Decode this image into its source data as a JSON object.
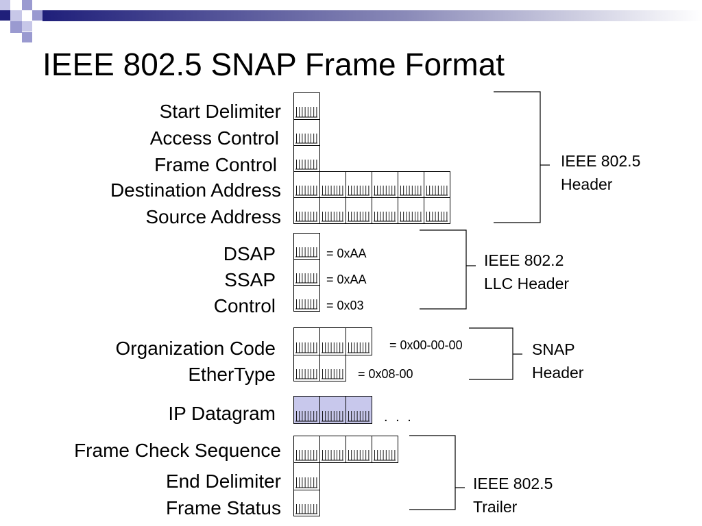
{
  "slide": {
    "title": "IEEE 802.5 SNAP Frame Format",
    "accent_color": "#1f1f7a",
    "highlight_fill": "#c8c8ec"
  },
  "fields": [
    {
      "label": "Start Delimiter",
      "bytes": 1
    },
    {
      "label": "Access Control",
      "bytes": 1
    },
    {
      "label": "Frame Control",
      "bytes": 1
    },
    {
      "label": "Destination Address",
      "bytes": 6
    },
    {
      "label": "Source Address",
      "bytes": 6
    },
    {
      "label": "DSAP",
      "bytes": 1,
      "value": "= 0xAA"
    },
    {
      "label": "SSAP",
      "bytes": 1,
      "value": "= 0xAA"
    },
    {
      "label": "Control",
      "bytes": 1,
      "value": "= 0x03"
    },
    {
      "label": "Organization Code",
      "bytes": 3,
      "value": "= 0x00-00-00"
    },
    {
      "label": "EtherType",
      "bytes": 2,
      "value": "= 0x08-00"
    },
    {
      "label": "IP Datagram",
      "bytes": 3,
      "highlighted": true,
      "continuation": ". . ."
    },
    {
      "label": "Frame Check Sequence",
      "bytes": 4
    },
    {
      "label": "End Delimiter",
      "bytes": 1
    },
    {
      "label": "Frame Status",
      "bytes": 1
    }
  ],
  "groups": [
    {
      "line1": "IEEE 802.5",
      "line2": "Header"
    },
    {
      "line1": "IEEE 802.2",
      "line2": "LLC Header"
    },
    {
      "line1": "SNAP",
      "line2": "Header"
    },
    {
      "line1": "IEEE 802.5",
      "line2": "Trailer"
    }
  ]
}
